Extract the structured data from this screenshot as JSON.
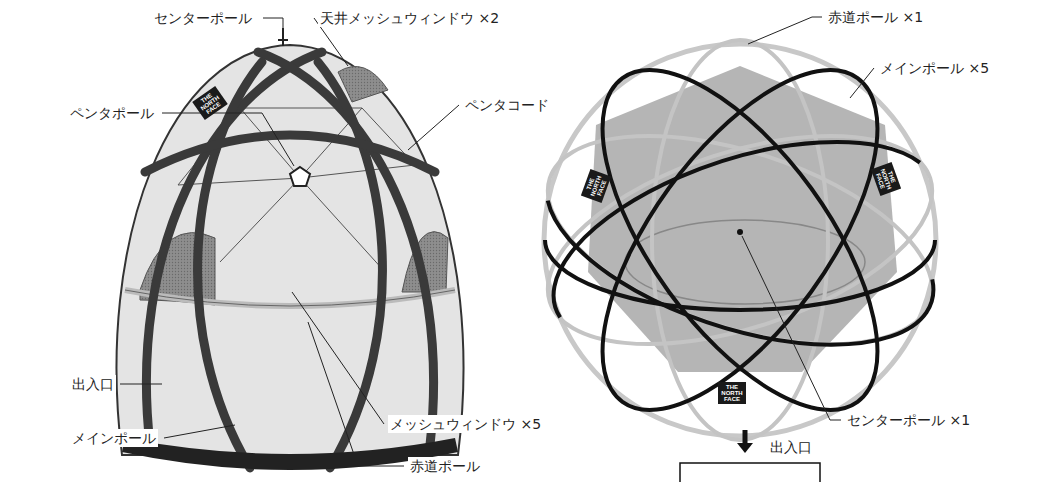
{
  "diagram": {
    "labels": [
      "センターポール",
      "天井メッシュウィンドウ ×2",
      "ペンタコード",
      "ペンタポール",
      "出入口",
      "メインポール",
      "メッシュウィンドウ ×5",
      "赤道ポール",
      "THE NORTH FACE",
      "赤道ポール ×1",
      "メインポール ×5",
      "センターポール ×1",
      "出入口",
      "THE NORTH FACE",
      "THE NORTH FACE",
      "THE NORTH FACE"
    ]
  }
}
